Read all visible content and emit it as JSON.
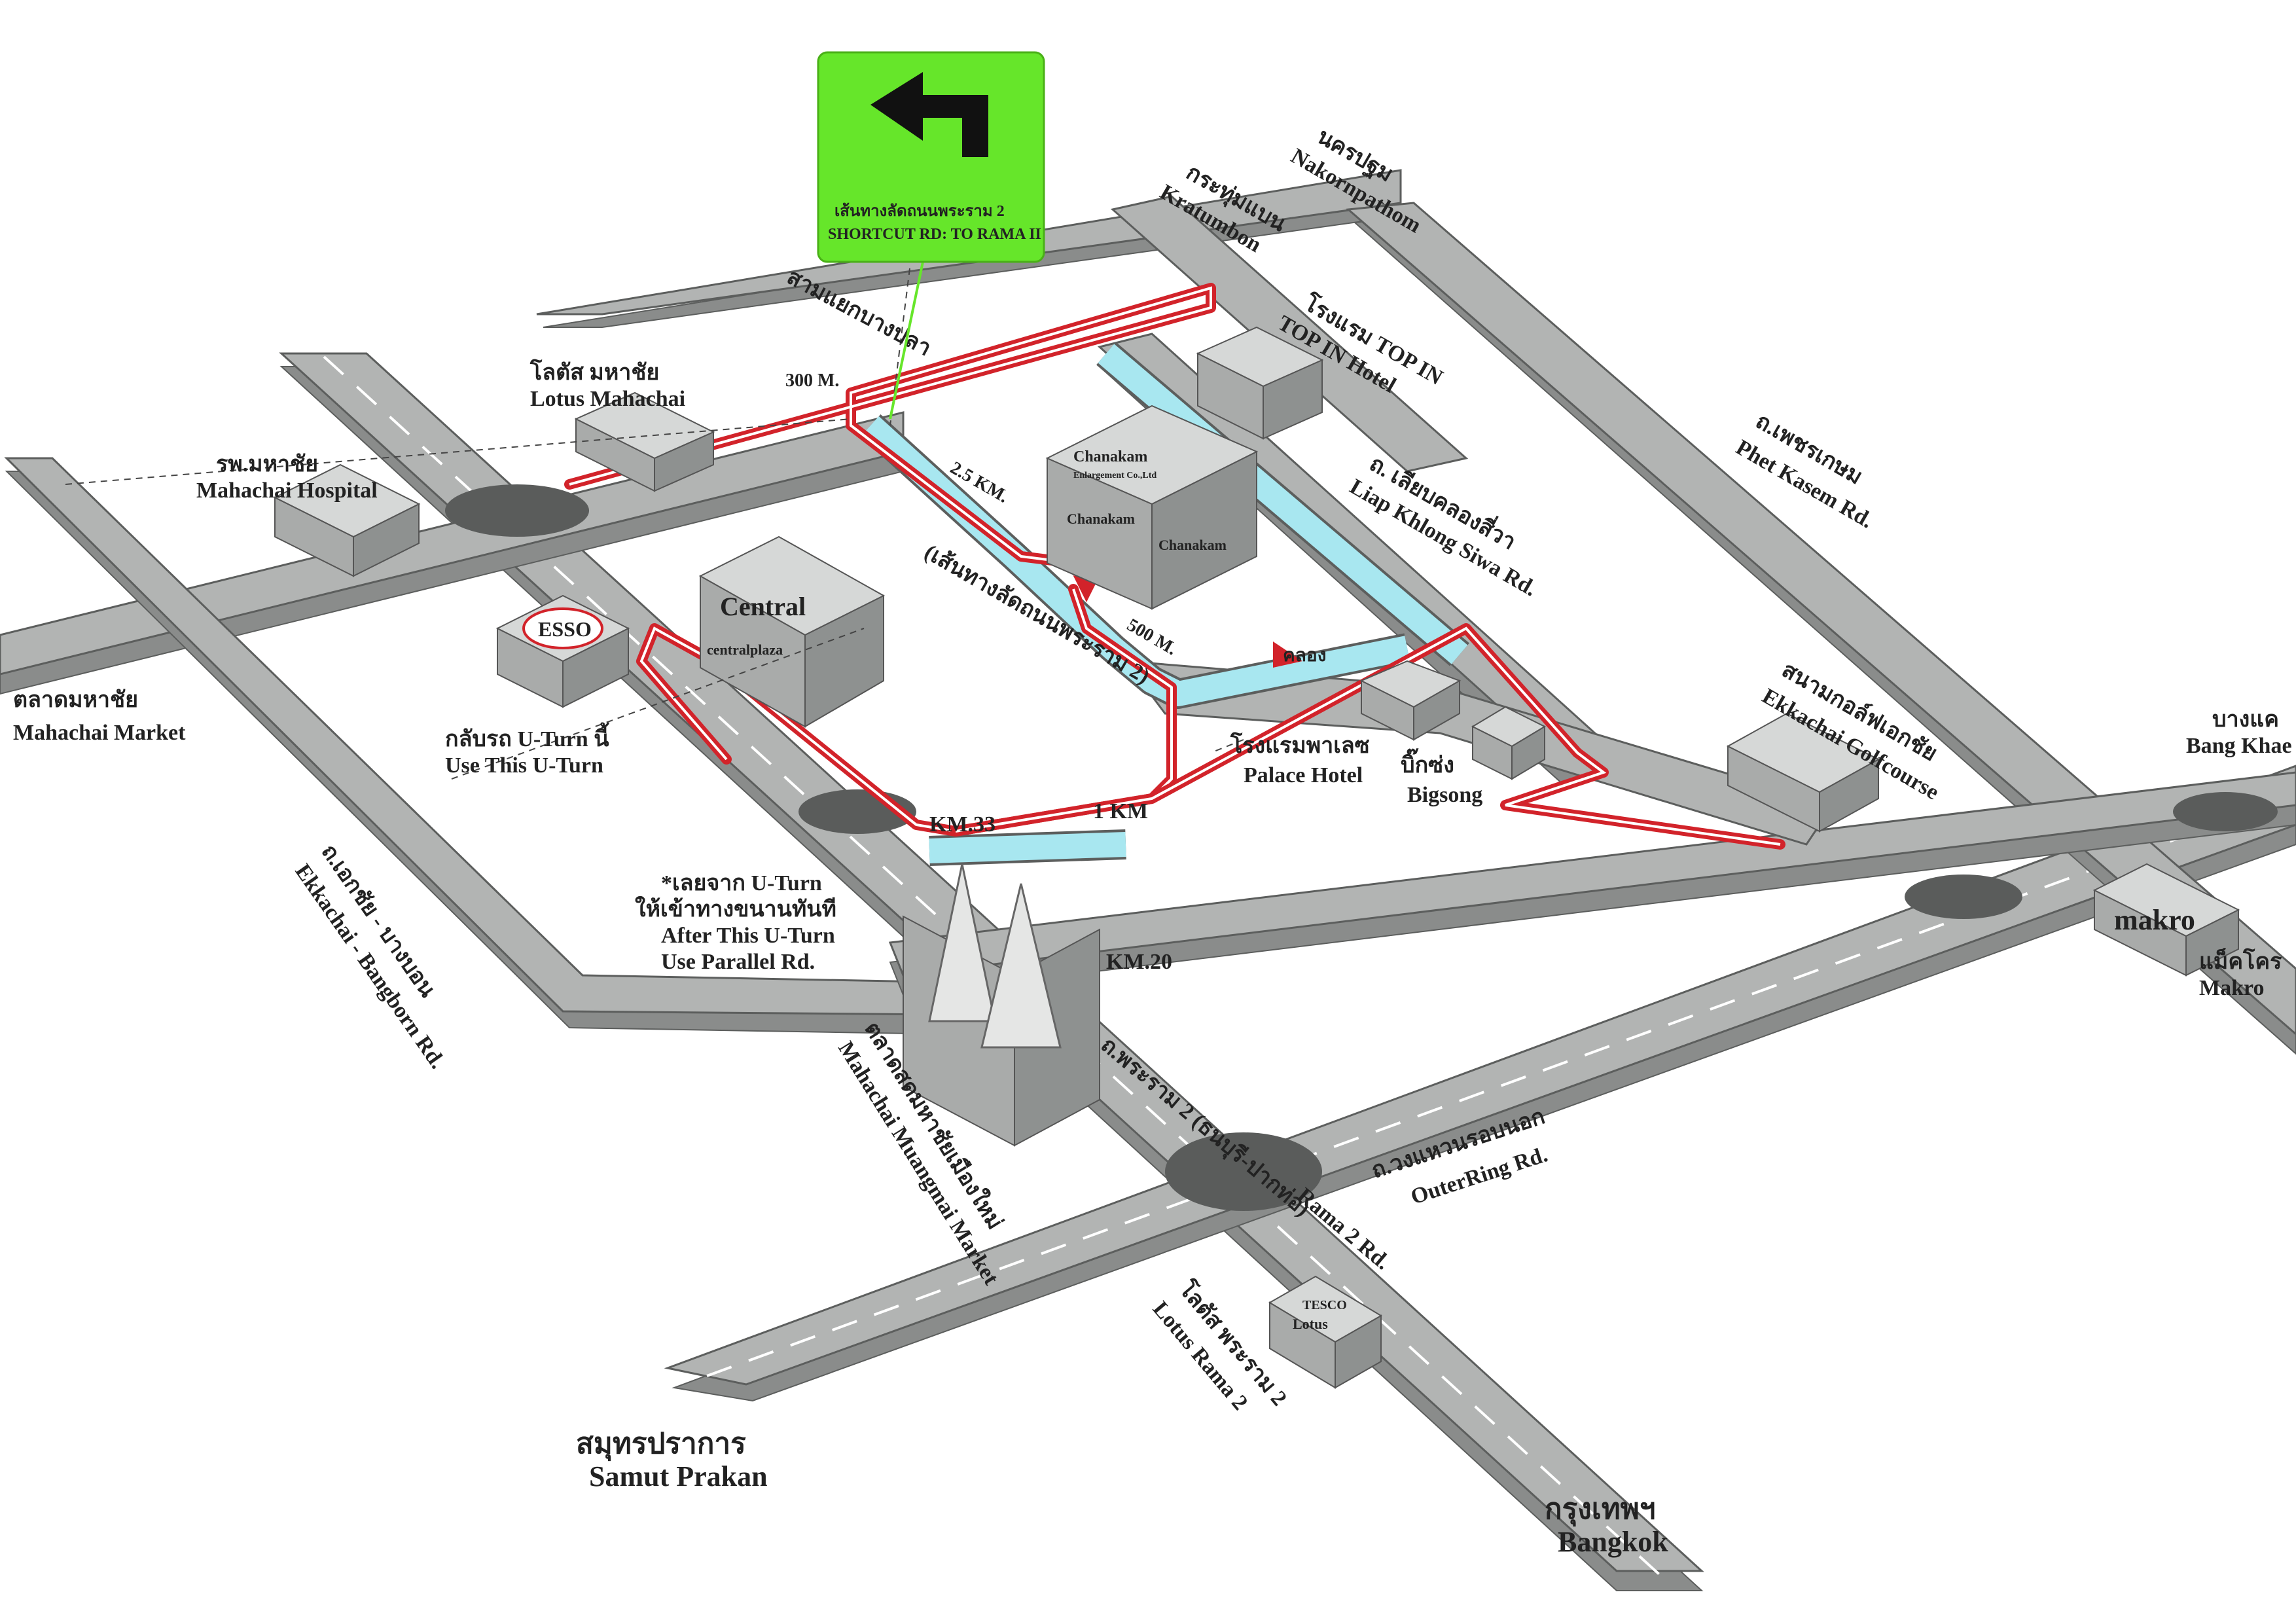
{
  "colors": {
    "route": "#d2232a",
    "canal": "#a8e7f0",
    "road": "#b2b4b3",
    "sign_bg": "#66e62a",
    "esso": "#1d4fa3",
    "makro": "#e2232a"
  },
  "sign": {
    "icon": "turn-left-arrow-icon",
    "line_th": "เส้นทางลัดถนนพระราม 2",
    "line_en": "SHORTCUT RD: TO RAMA II"
  },
  "labels": {
    "nakornpathom_th": "นครปฐม",
    "nakornpathom_en": "Nakornpathom",
    "kratumbon_th": "กระทุ่มแบน",
    "kratumbon_en": "Kratumbon",
    "sam_yaek_th": "สามแยกบางปลา",
    "lotus_mahachai_th": "โลตัส มหาชัย",
    "lotus_mahachai_en": "Lotus Mahachai",
    "dist_300": "300 M.",
    "mahachai_hospital_th": "รพ.มหาชัย",
    "mahachai_hospital_en": "Mahachai Hospital",
    "top_in_th": "โรงแรม TOP IN",
    "top_in_en": "TOP IN Hotel",
    "phet_kasem_th": "ถ.เพชรเกษม",
    "phet_kasem_en": "Phet Kasem Rd.",
    "liap_khlong_th": "ถ. เลียบคลองสี่วา",
    "liap_khlong_en": "Liap Khlong Siwa Rd.",
    "dist_25km": "2.5 KM.",
    "shortcut_th": "(เส้นทางลัดถนนพระราม 2)",
    "central_en": "Central",
    "central_plaza": "centralplaza",
    "dist_500": "500 M.",
    "khlong": "คลอง",
    "mahachai_market_th": "ตลาดมหาชัย",
    "mahachai_market_en": "Mahachai Market",
    "esso": "ESSO",
    "uturn_th": "กลับรถ U-Turn นี้",
    "uturn_en": "Use This U-Turn",
    "palace_th": "โรงแรมพาเลซ",
    "palace_en": "Palace Hotel",
    "bigsong_th": "บิ๊กซ่ง",
    "bigsong_en": "Bigsong",
    "golf_th": "สนามกอล์ฟเอกชัย",
    "golf_en": "Ekkachai Golfcourse",
    "bang_khae_th": "บางแค",
    "bang_khae_en": "Bang Khae",
    "km33": "KM.33",
    "one_km": "1 KM",
    "after_uturn_th1": "*เลยจาก U-Turn",
    "after_uturn_th2": "ให้เข้าทางขนานทันที",
    "after_uturn_en1": "After This U-Turn",
    "after_uturn_en2": "Use Parallel Rd.",
    "ekkachai_th": "ถ.เอกชัย - บางบอน",
    "ekkachai_en": "Ekkachai - Bangborn Rd.",
    "km20": "KM.20",
    "makro_logo": "makro",
    "makro_th": "แม็คโคร",
    "makro_en": "Makro",
    "moungmai_th": "ตลาดสดมหาชัยเมืองใหม่",
    "moungmai_en": "Mahachai Muangmai Market",
    "rama2_th": "ถ.พระราม 2 (ธนบุรี-ปากท่อ)",
    "rama2_en": "Rama 2 Rd.",
    "outer_th": "ถ.วงแหวนรอบนอก",
    "outer_en": "OuterRing Rd.",
    "lotus_rama2_th": "โลตัส พระราม 2",
    "lotus_rama2_en": "Lotus Rama 2",
    "tesco": "TESCO",
    "lotus_logo": "Lotus",
    "samut_th": "สมุทรปราการ",
    "samut_en": "Samut Prakan",
    "bangkok_th": "กรุงเทพฯ",
    "bangkok_en": "Bangkok",
    "chanakam_1": "Chanakam",
    "chanakam_sub": "Enlargement Co.,Ltd",
    "chanakam_2": "Chanakam",
    "chanakam_3": "Chanakam"
  }
}
